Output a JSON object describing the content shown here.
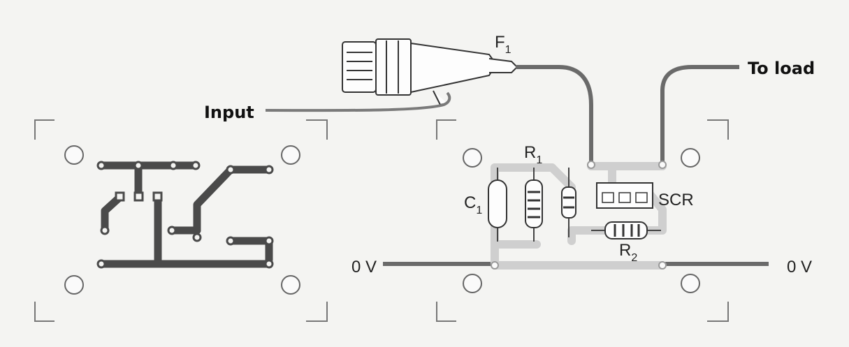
{
  "labels": {
    "input": "Input",
    "to_load": "To load",
    "zero_v_left": "0 V",
    "zero_v_right": "0 V",
    "fuse": "F",
    "fuse_sub": "1",
    "resistor1": "R",
    "resistor1_sub": "1",
    "resistor2": "R",
    "resistor2_sub": "2",
    "capacitor": "C",
    "capacitor_sub": "1",
    "scr": "SCR"
  },
  "colors": {
    "copper_trace": "#4a4a4a",
    "component_board_trace": "#cfcfcf",
    "wire": "#6a6a6a",
    "outline": "#555555"
  }
}
